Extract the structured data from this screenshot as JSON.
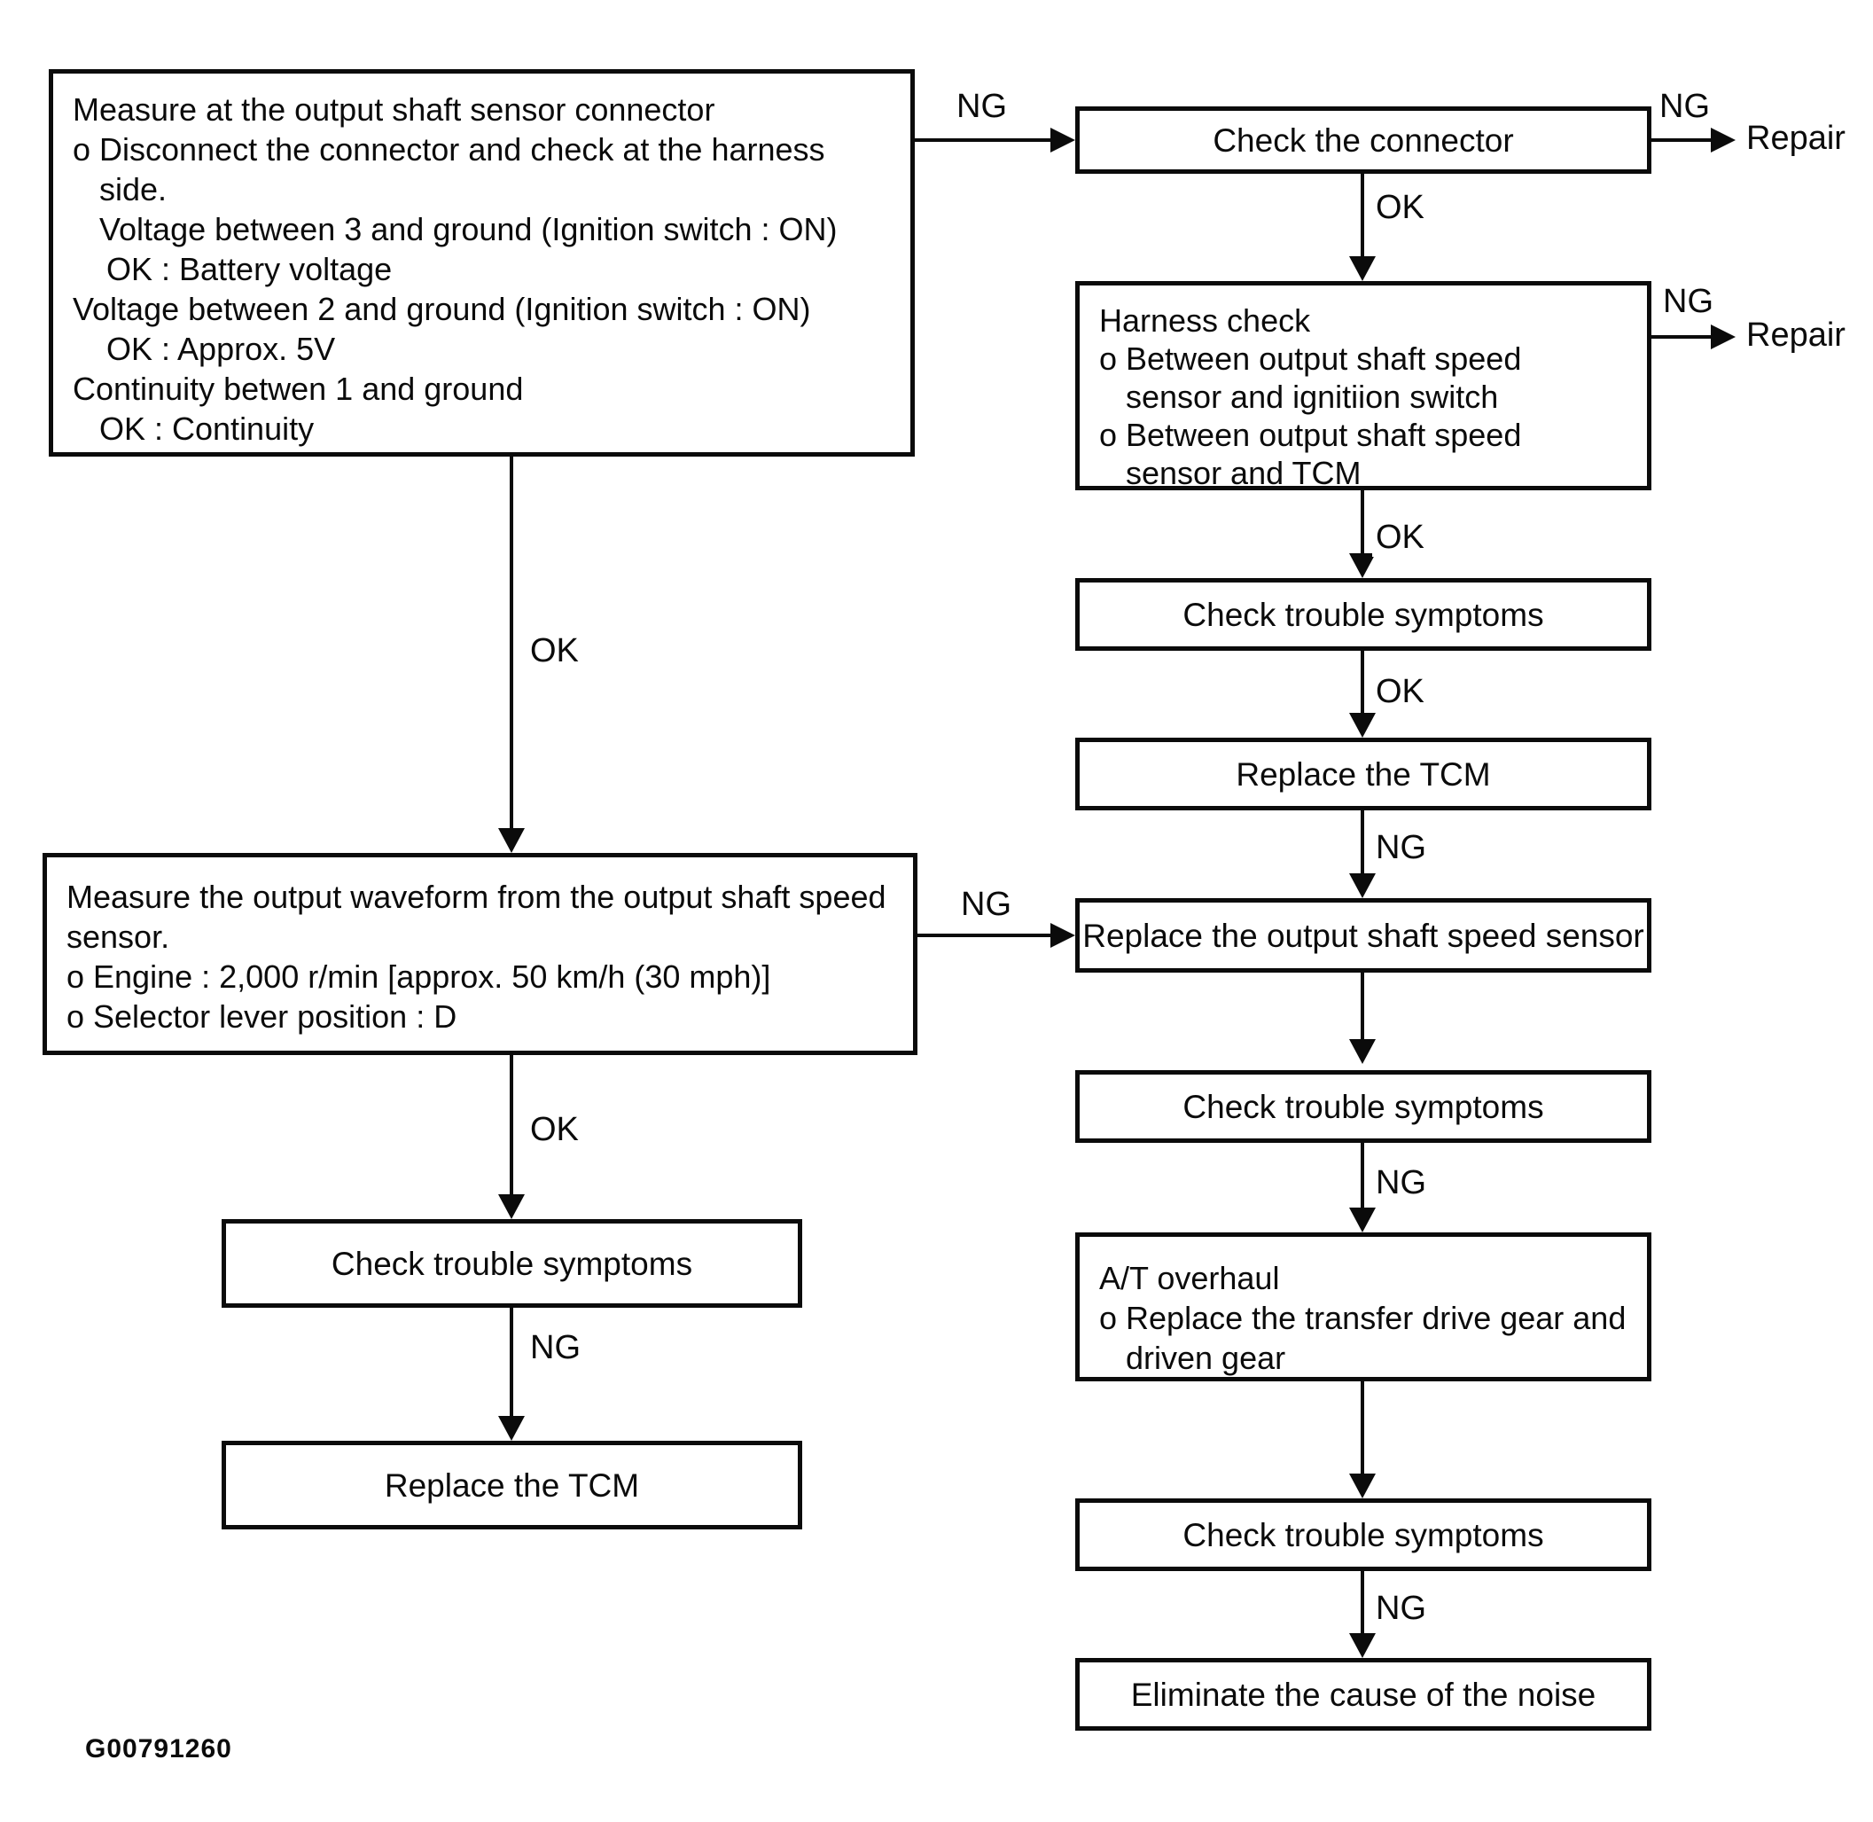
{
  "diagram": {
    "figure_code": "G00791260",
    "labels": {
      "ok": "OK",
      "ng": "NG",
      "repair": "Repair"
    },
    "nodes": {
      "measure_connector": {
        "lines": [
          {
            "text": "Measure at the output shaft sensor connector",
            "indent": 0
          },
          {
            "text": "o Disconnect the connector and check at the harness",
            "indent": 0
          },
          {
            "text": "side.",
            "indent": 1
          },
          {
            "text": "Voltage between 3 and ground (Ignition switch : ON)",
            "indent": 1
          },
          {
            "text": "OK : Battery voltage",
            "indent": 2
          },
          {
            "text": "Voltage between 2 and ground (Ignition switch : ON)",
            "indent": 0
          },
          {
            "text": "OK : Approx. 5V",
            "indent": 2
          },
          {
            "text": "Continuity betwen 1 and ground",
            "indent": 0
          },
          {
            "text": "OK : Continuity",
            "indent": 1
          }
        ]
      },
      "check_connector": {
        "title": "Check the connector"
      },
      "harness_check": {
        "lines": [
          {
            "text": "Harness check",
            "indent": 0
          },
          {
            "text": "o Between output shaft speed",
            "indent": 0
          },
          {
            "text": "sensor and ignitiion switch",
            "indent": 1
          },
          {
            "text": "o Between output shaft speed",
            "indent": 0
          },
          {
            "text": "sensor and TCM",
            "indent": 1
          }
        ]
      },
      "check_symptoms_right_1": {
        "title": "Check trouble symptoms"
      },
      "replace_tcm_right": {
        "title": "Replace the TCM"
      },
      "replace_sensor": {
        "title": "Replace the output shaft speed sensor"
      },
      "check_symptoms_right_2": {
        "title": "Check trouble symptoms"
      },
      "at_overhaul": {
        "lines": [
          {
            "text": "A/T overhaul",
            "indent": 0
          },
          {
            "text": "o Replace the transfer drive gear and",
            "indent": 0
          },
          {
            "text": "driven gear",
            "indent": 1
          }
        ]
      },
      "check_symptoms_right_3": {
        "title": "Check trouble symptoms"
      },
      "eliminate_noise": {
        "title": "Eliminate the cause of the noise"
      },
      "measure_waveform": {
        "lines": [
          {
            "text": "Measure the output waveform from the output shaft speed",
            "indent": 0
          },
          {
            "text": "sensor.",
            "indent": 0
          },
          {
            "text": "o Engine : 2,000 r/min [approx. 50 km/h (30 mph)]",
            "indent": 0
          },
          {
            "text": "o Selector lever position : D",
            "indent": 0
          }
        ]
      },
      "check_symptoms_left": {
        "title": "Check trouble symptoms"
      },
      "replace_tcm_left": {
        "title": "Replace the TCM"
      }
    }
  }
}
